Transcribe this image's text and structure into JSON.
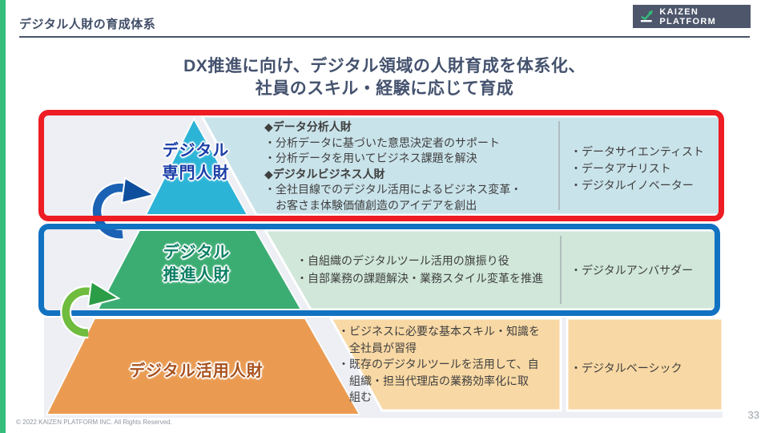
{
  "header": {
    "title": "デジタル人財の育成体系"
  },
  "logo": {
    "brand": "KAIZEN PLATFORM"
  },
  "title": {
    "line1": "DX推進に向け、デジタル領域の人財育成を体系化、",
    "line2": "社員のスキル・経験に応じて育成"
  },
  "pyramid": {
    "level1": {
      "name1": "デジタル",
      "name2": "専門人財",
      "desc": [
        "◆データ分析人財",
        "・分析データに基づいた意思決定者のサポート",
        "・分析データを用いてビジネス課題を解決",
        "◆デジタルビジネス人財",
        "・全社目線でのデジタル活用によるビジネス変革・",
        "お客さま体験価値創造のアイデアを創出"
      ],
      "roles": [
        "・データサイエンティスト",
        "・データアナリスト",
        "・デジタルイノベーター"
      ]
    },
    "level2": {
      "name1": "デジタル",
      "name2": "推進人財",
      "desc": [
        "・自組織のデジタルツール活用の旗振り役",
        "・自部業務の課題解決・業務スタイル変革を推進"
      ],
      "roles": [
        "・デジタルアンバサダー"
      ]
    },
    "level3": {
      "name": "デジタル活用人財",
      "desc": [
        "・ビジネスに必要な基本スキル・知識を",
        "全社員が習得",
        "・既存のデジタルツールを活用して、自",
        "組織・担当代理店の業務効率化に取",
        "組む"
      ],
      "roles": [
        "・デジタルベーシック"
      ]
    }
  },
  "colors": {
    "accent_green": "#35bd7c",
    "navy_text": "#44526e",
    "logo_bg": "#4d566b",
    "red_border": "#ee1c23",
    "blue_border": "#1272c2",
    "band_cyan": "#2cb4d7",
    "band_green": "#3bad73",
    "band_orange": "#ea9b51",
    "box_cyan": "#c9e3ea",
    "box_green": "#d0e7da",
    "box_orange": "#f8d8a4",
    "label_blue": "#1b3ea7",
    "label_green": "#0a7f63",
    "label_brown": "#a9521e",
    "panel_gray": "#edeff4"
  },
  "footer": {
    "copyright": "© 2022 KAIZEN PLATFORM INC. All Rights Reserved.",
    "page": "33"
  }
}
